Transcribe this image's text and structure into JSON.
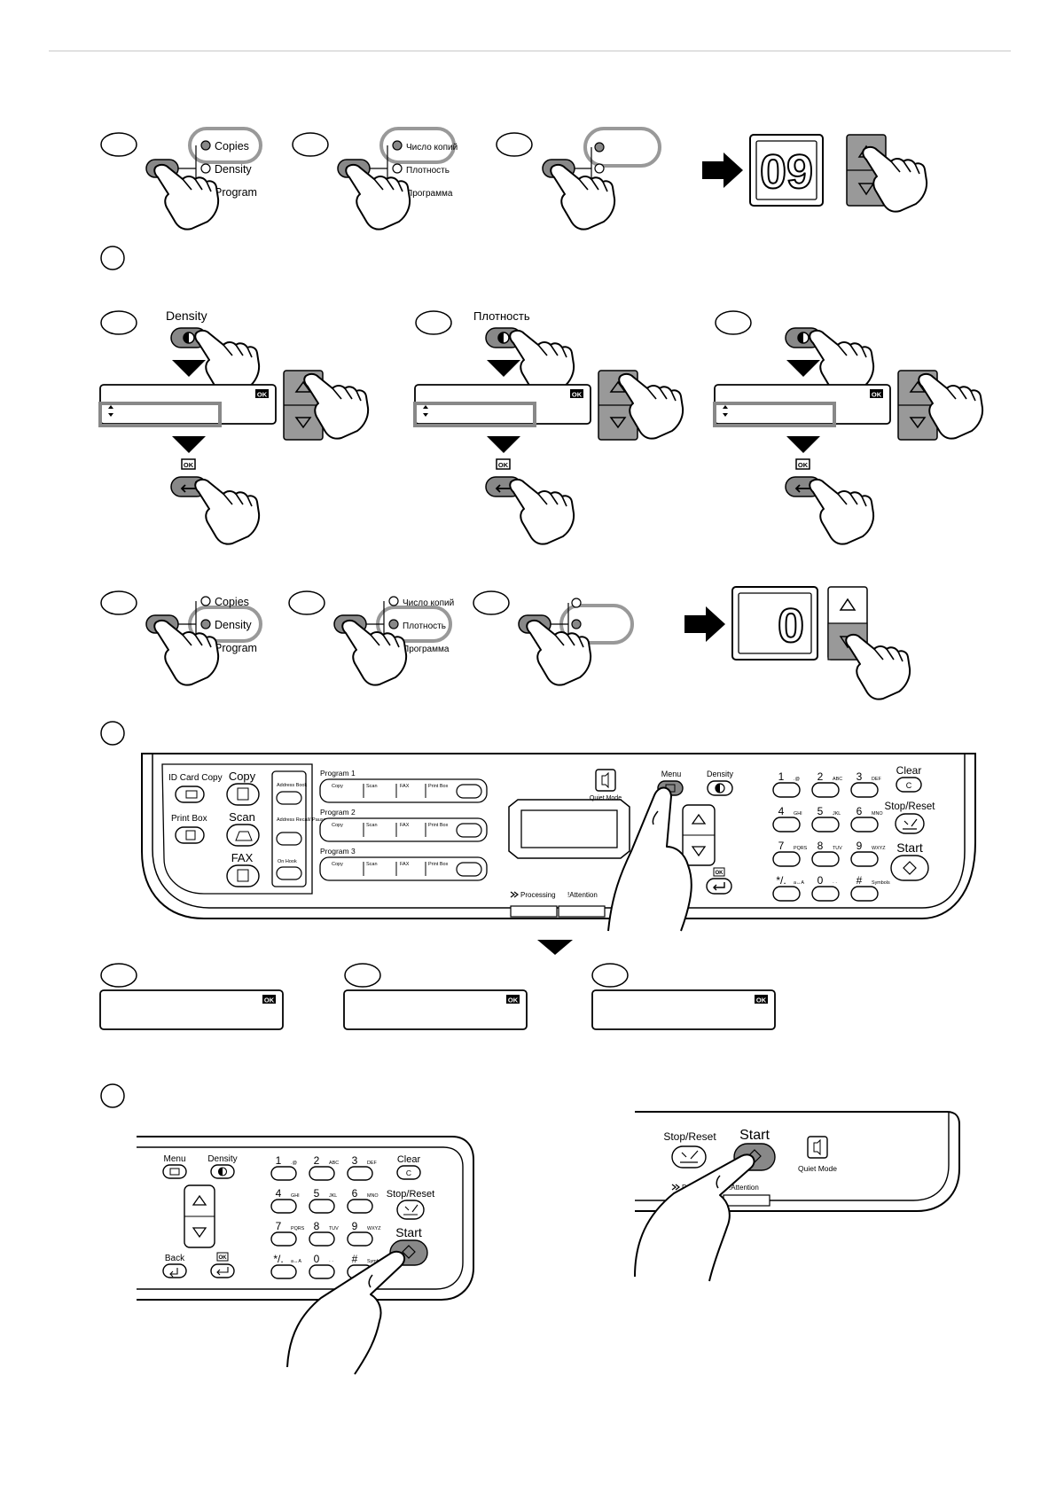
{
  "row1": {
    "panels": [
      {
        "copies": "Copies",
        "density": "Density",
        "program": "Program"
      },
      {
        "copies": "Число копий",
        "density": "Плотность",
        "program": "Программа"
      },
      {
        "copies": "",
        "density": "",
        "program": ""
      }
    ],
    "display_value": "09"
  },
  "row2": {
    "panels": [
      {
        "label": "Density",
        "ok": "OK"
      },
      {
        "label": "Плотность",
        "ok": "OK"
      },
      {
        "label": "",
        "ok": "OK"
      }
    ]
  },
  "row3": {
    "panels": [
      {
        "copies": "Copies",
        "density": "Density",
        "program": "Program"
      },
      {
        "copies": "Число копий",
        "density": "Плотность",
        "program": "Программа"
      },
      {
        "copies": "",
        "density": "",
        "program": ""
      }
    ],
    "display_value": "0"
  },
  "panel_big": {
    "id_card_copy": "ID Card Copy",
    "copy": "Copy",
    "print_box": "Print Box",
    "scan": "Scan",
    "fax": "FAX",
    "address_book": "Address Book",
    "address_recall": "Address Recall/ Pause",
    "on_hook": "On Hook",
    "program1": "Program 1",
    "program2": "Program 2",
    "program3": "Program 3",
    "prog_tabs": [
      "Copy",
      "Scan",
      "FAX",
      "Print Box"
    ],
    "quiet_mode": "Quiet Mode",
    "menu": "Menu",
    "density": "Density",
    "ok": "OK",
    "processing": "Processing",
    "attention": "Attention",
    "keys": [
      {
        "n": "1",
        "s": ".@"
      },
      {
        "n": "2",
        "s": "ABC"
      },
      {
        "n": "3",
        "s": "DEF"
      },
      {
        "n": "4",
        "s": "GHI"
      },
      {
        "n": "5",
        "s": "JKL"
      },
      {
        "n": "6",
        "s": "MNO"
      },
      {
        "n": "7",
        "s": "PQRS"
      },
      {
        "n": "8",
        "s": "TUV"
      },
      {
        "n": "9",
        "s": "WXYZ"
      },
      {
        "n": "*/.",
        "s": "a↔A"
      },
      {
        "n": "0",
        "s": "· ·"
      },
      {
        "n": "#",
        "s": "Symbols"
      }
    ],
    "clear": "Clear",
    "clear_key": "C",
    "stop_reset": "Stop/Reset",
    "start": "Start"
  },
  "displays": [
    "OK",
    "OK",
    "OK"
  ],
  "panel_small": {
    "menu": "Menu",
    "density": "Density",
    "back": "Back",
    "ok": "OK",
    "keys": [
      {
        "n": "1",
        "s": ".@"
      },
      {
        "n": "2",
        "s": "ABC"
      },
      {
        "n": "3",
        "s": "DEF"
      },
      {
        "n": "4",
        "s": "GHI"
      },
      {
        "n": "5",
        "s": "JKL"
      },
      {
        "n": "6",
        "s": "MNO"
      },
      {
        "n": "7",
        "s": "PQRS"
      },
      {
        "n": "8",
        "s": "TUV"
      },
      {
        "n": "9",
        "s": "WXYZ"
      },
      {
        "n": "*/.",
        "s": "a↔A"
      },
      {
        "n": "0",
        "s": "· ·"
      },
      {
        "n": "#",
        "s": "Symbols"
      }
    ],
    "clear": "Clear",
    "clear_key": "C",
    "stop_reset": "Stop/Reset",
    "start": "Start"
  },
  "panel_right": {
    "stop_reset": "Stop/Reset",
    "start": "Start",
    "quiet_mode": "Quiet Mode",
    "processing": "Proc",
    "attention": "Attention"
  }
}
